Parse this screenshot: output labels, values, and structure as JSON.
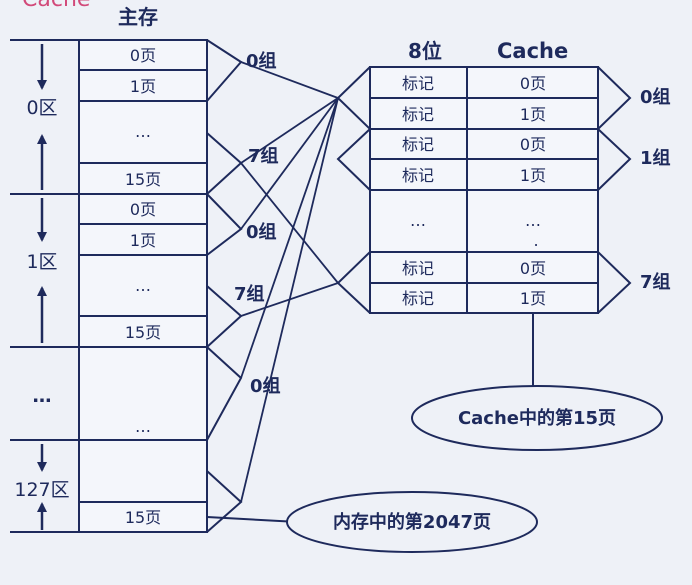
{
  "header": {
    "partial_title": "Cache",
    "main_memory_title": "主存",
    "tag_width_title": "8位",
    "cache_title": "Cache"
  },
  "colors": {
    "background": "#eef1f7",
    "ink": "#1e2a5c",
    "box_fill": "#f4f6fb",
    "accent_partial_title": "#d24a7a"
  },
  "main_memory": {
    "rows": [
      {
        "label": "0页"
      },
      {
        "label": "1页"
      },
      {
        "label": "…"
      },
      {
        "label": "15页"
      },
      {
        "label": "0页"
      },
      {
        "label": "1页"
      },
      {
        "label": "…"
      },
      {
        "label": "15页"
      },
      {
        "label": "…"
      },
      {
        "label": "15页"
      }
    ],
    "zones": [
      {
        "label": "0区"
      },
      {
        "label": "1区"
      },
      {
        "label": "…"
      },
      {
        "label": "127区"
      }
    ],
    "group_labels": [
      "0组",
      "7组",
      "0组",
      "7组",
      "0组"
    ]
  },
  "cache": {
    "rows": [
      {
        "tag": "标记",
        "page": "0页"
      },
      {
        "tag": "标记",
        "page": "1页"
      },
      {
        "tag": "标记",
        "page": "0页"
      },
      {
        "tag": "标记",
        "page": "1页"
      },
      {
        "tag": "…",
        "page": "…"
      },
      {
        "tag": "标记",
        "page": "0页"
      },
      {
        "tag": "标记",
        "page": "1页"
      }
    ],
    "group_labels": [
      "0组",
      "1组",
      "7组"
    ],
    "dot": "."
  },
  "callouts": {
    "cache_page": "Cache中的第15页",
    "memory_page": "内存中的第2047页"
  }
}
